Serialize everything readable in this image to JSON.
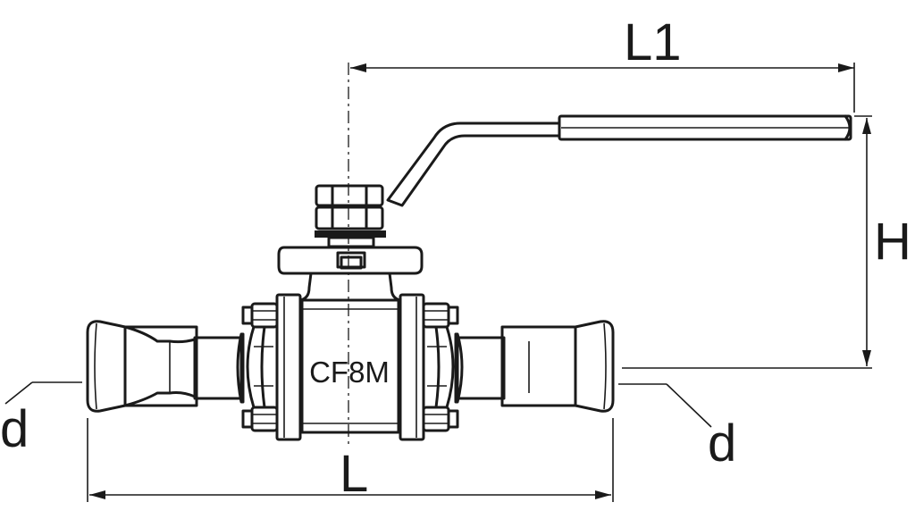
{
  "labels": {
    "length": "L",
    "lever_length": "L1",
    "height": "H",
    "diameter_left": "d",
    "diameter_right": "d",
    "body_material": "CF8M"
  }
}
